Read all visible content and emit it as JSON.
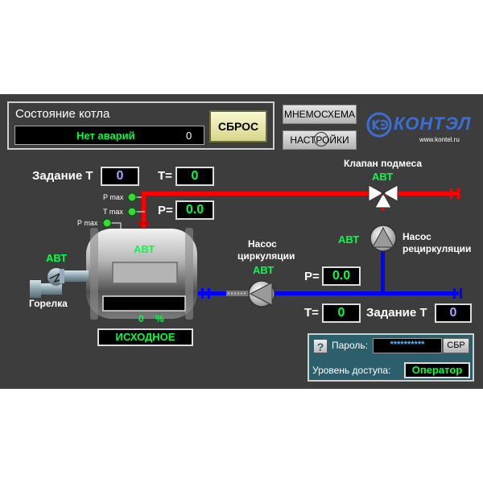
{
  "boiler_status": {
    "title": "Состояние котла",
    "alarm_text": "Нет аварий",
    "alarm_count": "0",
    "reset_label": "СБРОС"
  },
  "nav": {
    "mnemo_label": "МНЕМОСХЕМА",
    "settings_label": "НАСТРОЙКИ"
  },
  "logo": {
    "name": "КОНТЭЛ",
    "url": "www.kontel.ru"
  },
  "left_setpoint": {
    "label": "Задание Т",
    "value": "0"
  },
  "left_temp": {
    "label": "Т=",
    "value": "0"
  },
  "left_pressure": {
    "label": "Р=",
    "value": "0.0"
  },
  "sensors": {
    "pmax_1": "P max",
    "tmax": "T max",
    "pmax_2": "P max"
  },
  "boiler": {
    "mode": "АВТ",
    "percent": "0",
    "percent_unit": "%",
    "state": "ИСХОДНОЕ"
  },
  "burner": {
    "label": "Горелка",
    "mode": "АВТ"
  },
  "circ_pump": {
    "label_line1": "Насос",
    "label_line2": "циркуляции",
    "mode": "АВТ"
  },
  "mix_valve": {
    "label": "Клапан подмеса",
    "mode": "АВТ"
  },
  "recirc_pump": {
    "label_line1": "Насос",
    "label_line2": "рециркуляции",
    "mode": "АВТ"
  },
  "right_pressure": {
    "label": "Р=",
    "value": "0.0"
  },
  "right_temp": {
    "label": "Т=",
    "value": "0"
  },
  "right_setpoint": {
    "label": "Задание Т",
    "value": "0"
  },
  "login": {
    "help": "?",
    "password_label": "Пароль:",
    "password_value": "**********",
    "reset_label": "СБР",
    "access_label": "Уровень доступа:",
    "access_value": "Оператор"
  },
  "colors": {
    "hot_pipe": "#ff0000",
    "cold_pipe": "#0000ff",
    "lcd_green": "#00ff44",
    "panel_bg": "#3d3d3d"
  }
}
